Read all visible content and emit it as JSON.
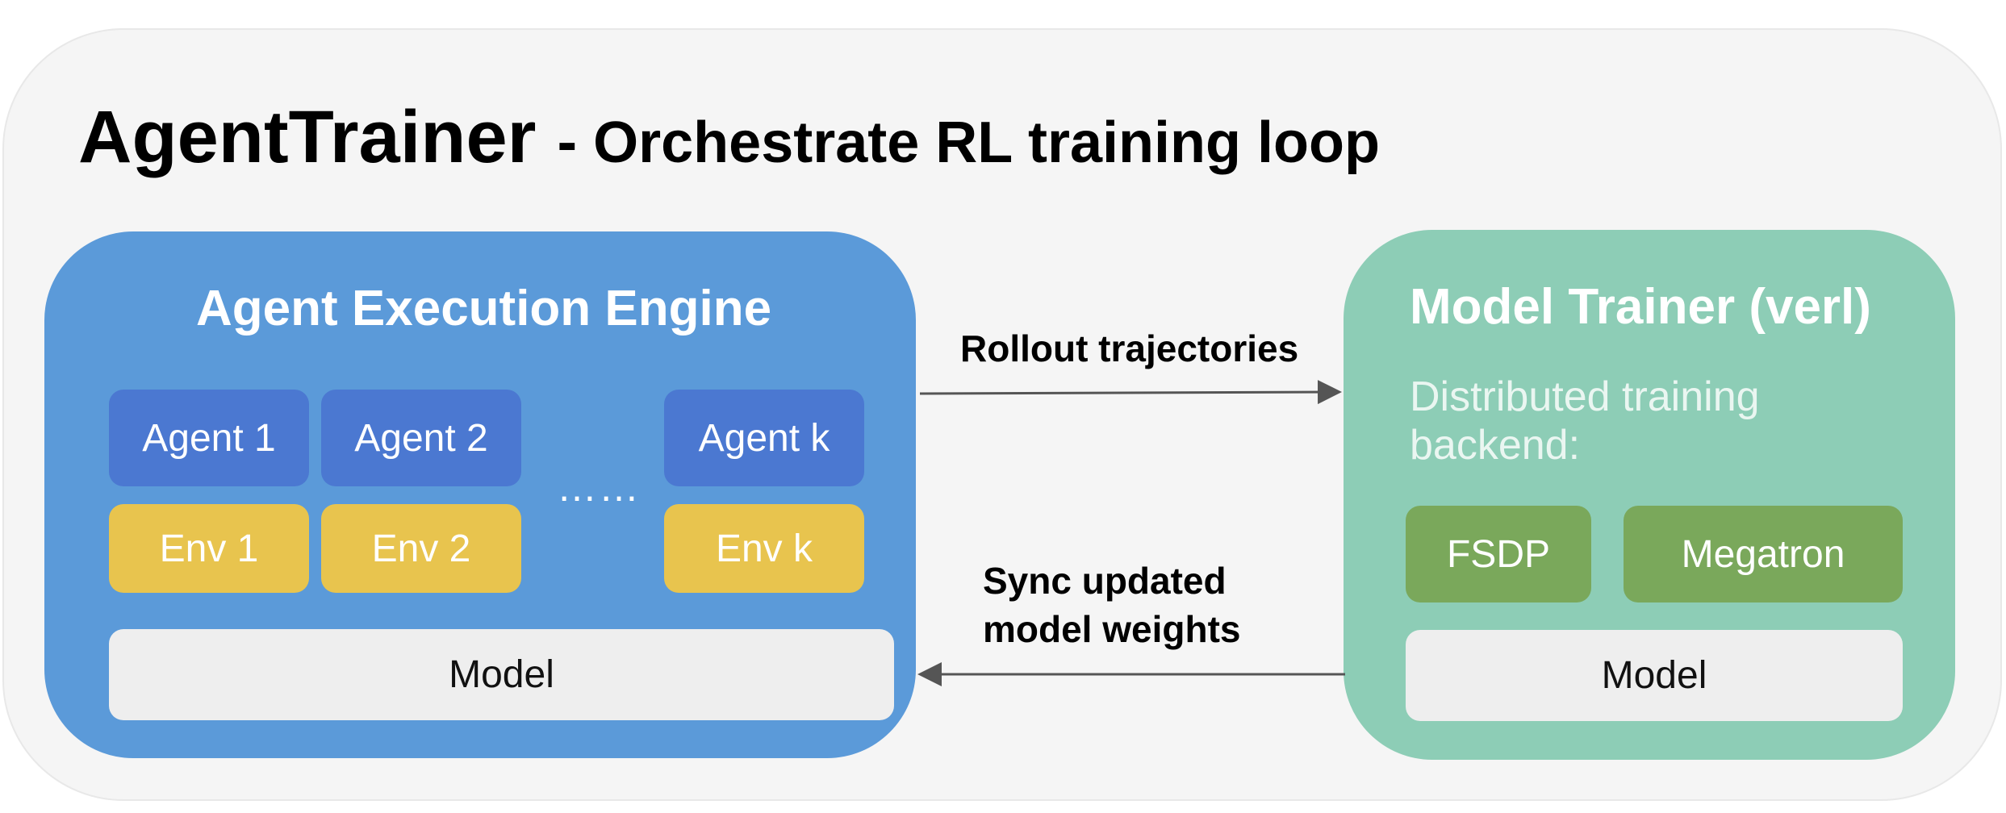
{
  "title": {
    "main": "AgentTrainer",
    "separator": "-",
    "subtitle": "Orchestrate RL training loop"
  },
  "execution_engine": {
    "title": "Agent Execution Engine",
    "agents": [
      "Agent 1",
      "Agent 2",
      "Agent k"
    ],
    "envs": [
      "Env 1",
      "Env 2",
      "Env k"
    ],
    "ellipsis": "……",
    "model": "Model"
  },
  "trainer": {
    "title": "Model Trainer (verl)",
    "description": "Distributed training backend:",
    "backends": [
      "FSDP",
      "Megatron"
    ],
    "model": "Model"
  },
  "edges": {
    "rollout": "Rollout trajectories",
    "sync_line1": "Sync updated",
    "sync_line2": "model weights"
  },
  "colors": {
    "engine": "#5b9ad9",
    "trainer": "#8dcdb6",
    "agent": "#4b78d1",
    "env": "#e8c44e",
    "backend": "#7aa85b"
  }
}
